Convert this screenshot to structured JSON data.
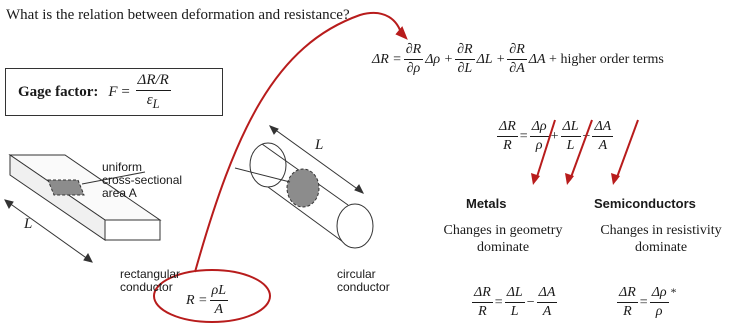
{
  "question": "What is the relation between deformation and resistance?",
  "gage": {
    "label": "Gage factor:",
    "lhs": "F",
    "num": "ΔR/R",
    "den_base": "ε",
    "den_sub": "L"
  },
  "eq_main": {
    "lhs": "ΔR =",
    "t1_num": "∂R",
    "t1_den": "∂ρ",
    "t1_var": "Δρ +",
    "t2_num": "∂R",
    "t2_den": "∂L",
    "t2_var": "ΔL +",
    "t3_num": "∂R",
    "t3_den": "∂A",
    "t3_var": "ΔA",
    "tail": "+ higher order terms"
  },
  "eq_rel": {
    "l_num": "ΔR",
    "l_den": "R",
    "eq": "=",
    "a_num": "Δρ",
    "a_den": "ρ",
    "plus": "+",
    "b_num": "ΔL",
    "b_den": "L",
    "minus": "−",
    "c_num": "ΔA",
    "c_den": "A"
  },
  "metals": {
    "heading": "Metals",
    "text1": "Changes in geometry",
    "text2": "dominate",
    "eq": {
      "l_num": "ΔR",
      "l_den": "R",
      "eq": "=",
      "a_num": "ΔL",
      "a_den": "L",
      "minus": "−",
      "b_num": "ΔA",
      "b_den": "A"
    }
  },
  "semiconductors": {
    "heading": "Semiconductors",
    "text1": "Changes in resistivity",
    "text2": "dominate",
    "eq": {
      "l_num": "ΔR",
      "l_den": "R",
      "eq": "=",
      "a_num": "Δρ",
      "a_den": "ρ",
      "star": "*"
    }
  },
  "resistance_eq": {
    "lhs": "R =",
    "num": "ρL",
    "den": "A"
  },
  "labels": {
    "area1": "uniform",
    "area2": "cross-sectional",
    "area3": "area A",
    "rect1": "rectangular",
    "rect2": "conductor",
    "circ1": "circular",
    "circ2": "conductor",
    "length": "L"
  },
  "colors": {
    "annotation": "#b81c1c",
    "area_fill": "#8c8c8c",
    "text": "#1a1a1a"
  }
}
